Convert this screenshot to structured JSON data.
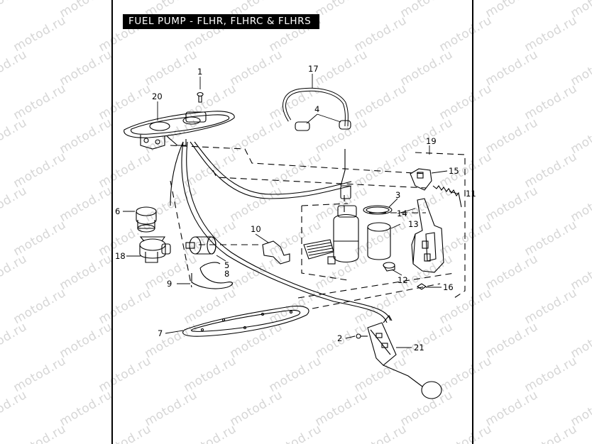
{
  "title": "FUEL PUMP - FLHR, FLHRC & FLHRS",
  "watermark": "motod.ru",
  "callouts": [
    "1",
    "2",
    "3",
    "4",
    "5",
    "6",
    "7",
    "8",
    "9",
    "10",
    "11",
    "12",
    "13",
    "14",
    "15",
    "16",
    "17",
    "18",
    "19",
    "20",
    "21"
  ]
}
